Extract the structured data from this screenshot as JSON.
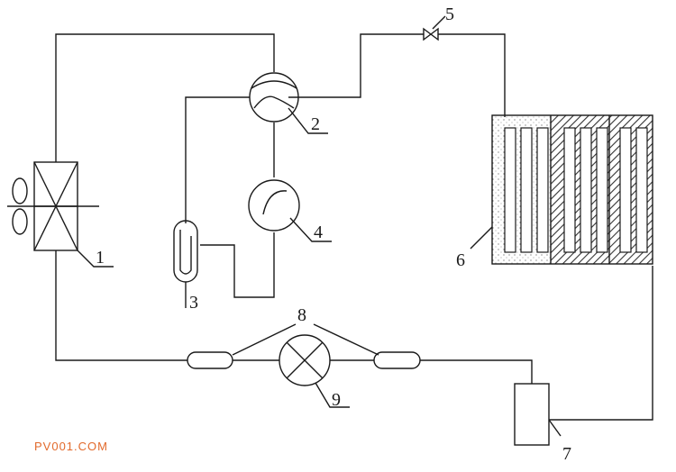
{
  "labels": {
    "l1": "1",
    "l2": "2",
    "l3": "3",
    "l4": "4",
    "l5": "5",
    "l6": "6",
    "l7": "7",
    "l8": "8",
    "l9": "9"
  },
  "watermark": "PV001.COM",
  "colors": {
    "line": "#1a1a1a",
    "watermark": "#e26a2c"
  }
}
